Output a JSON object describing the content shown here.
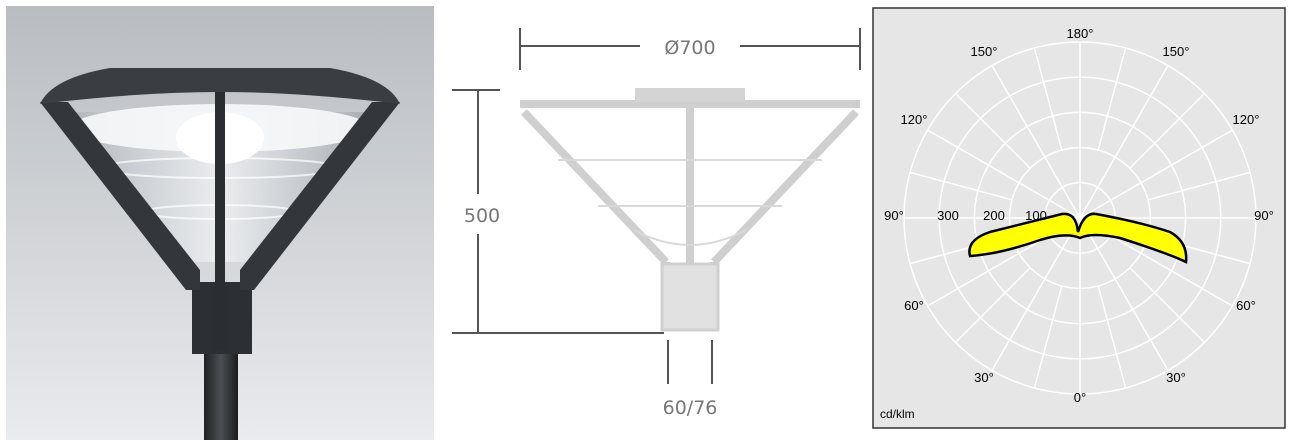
{
  "photo": {
    "subject": "post-top luminaire photograph"
  },
  "dimensions": {
    "diameter_label": "Ø700",
    "height_label": "500",
    "spigot_label": "60/76"
  },
  "polar": {
    "unit_label": "cd/klm",
    "angle_labels": {
      "top": "180°",
      "upper_left": "150°",
      "upper_right": "150°",
      "mid_upper_left": "120°",
      "mid_upper_right": "120°",
      "left": "90°",
      "right": "90°",
      "mid_lower_left": "60°",
      "mid_lower_right": "60°",
      "lower_left": "30°",
      "lower_right": "30°",
      "bottom": "0°"
    },
    "radial_labels": [
      "300",
      "200",
      "100"
    ],
    "colors": {
      "background": "#e6e6e6",
      "grid": "#ffffff",
      "curve_fill": "#ffff00",
      "curve_stroke": "#000000"
    }
  }
}
